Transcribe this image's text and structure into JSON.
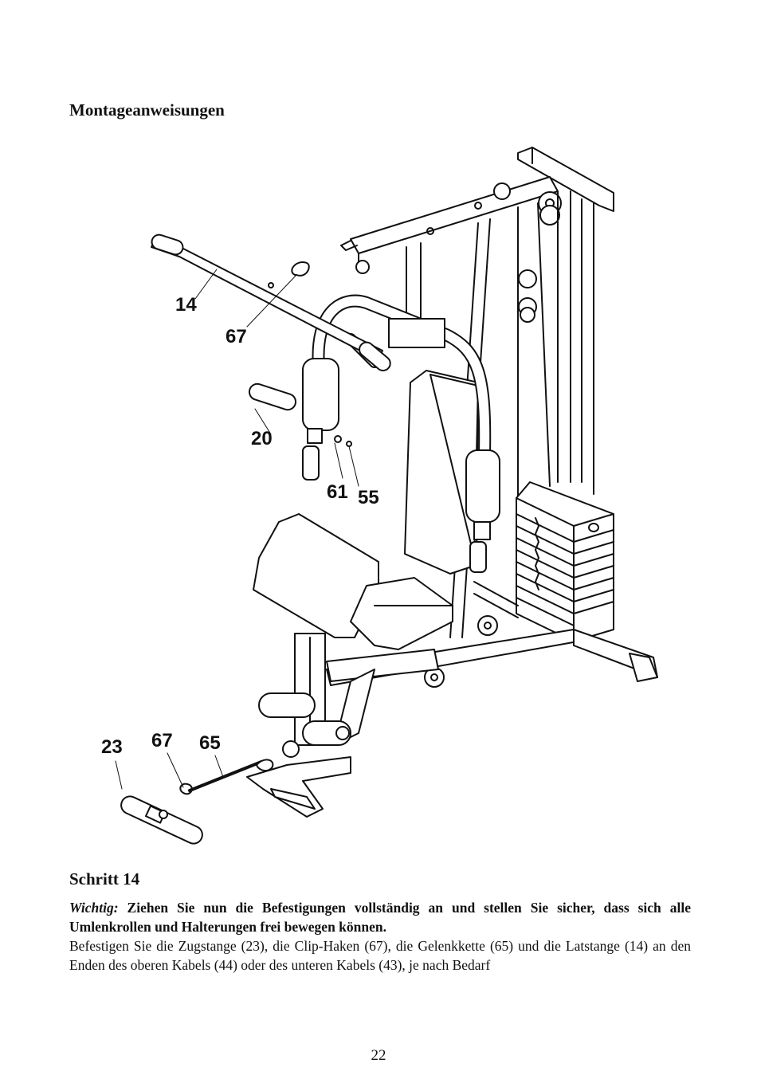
{
  "document": {
    "heading": "Montageanweisungen",
    "step_title": "Schritt 14",
    "note_lead": "Wichtig:",
    "note_text": " Ziehen Sie nun die Befestigungen vollständig an und stellen Sie sicher, dass sich alle Umlenkrollen und Halterungen frei bewegen können.",
    "body": "Befestigen Sie die Zugstange (23), die Clip-Haken (67), die Gelenkkette (65) und die Latstange (14) an den Enden des oberen Kabels (44) oder des unteren Kabels (43), je nach Bedarf",
    "page_number": "22"
  },
  "figure": {
    "callouts": {
      "c14": "14",
      "c67a": "67",
      "c20": "20",
      "c61": "61",
      "c55": "55",
      "c23": "23",
      "c67b": "67",
      "c65": "65"
    }
  }
}
